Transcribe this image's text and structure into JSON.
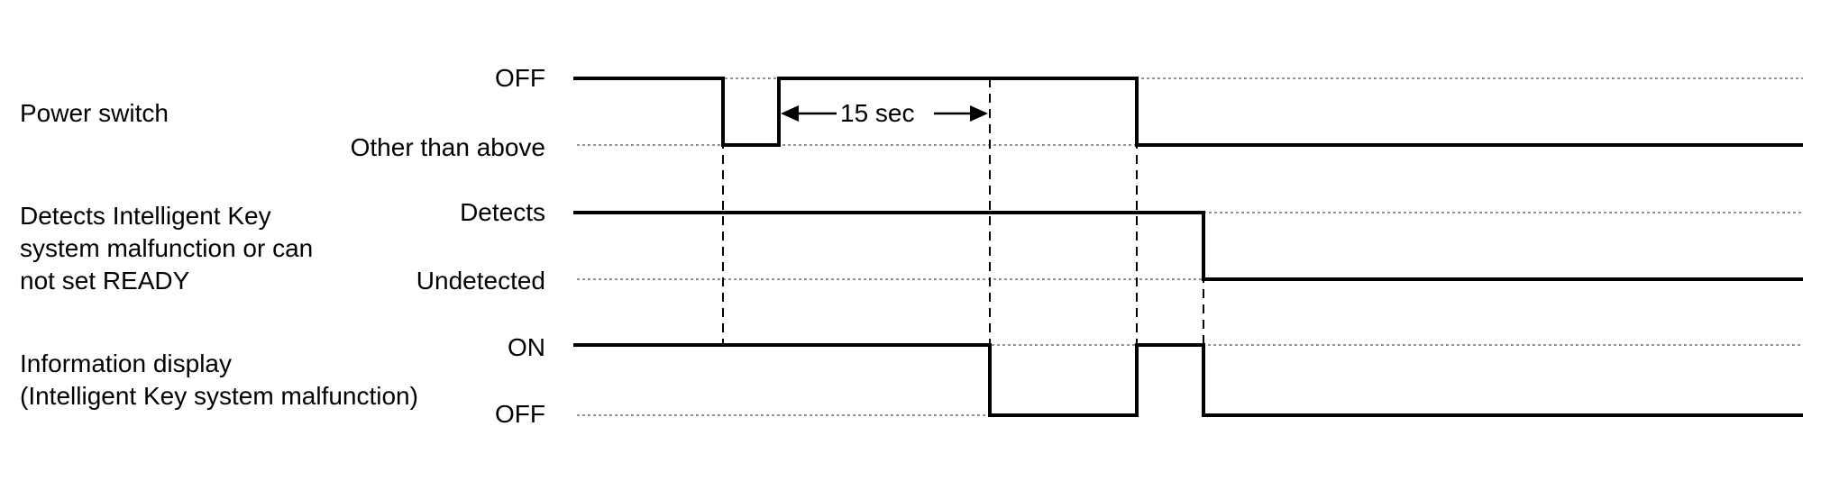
{
  "signals": [
    {
      "name": "Power switch",
      "states": {
        "high": "OFF",
        "low": "Other than above"
      }
    },
    {
      "name": "Detects Intelligent Key\nsystem malfunction or can\nnot set READY",
      "states": {
        "high": "Detects",
        "low": "Undetected"
      }
    },
    {
      "name": "Information display\n(Intelligent Key system malfunction)",
      "states": {
        "high": "ON",
        "low": "OFF"
      }
    }
  ],
  "annotation": {
    "duration_label": "15 sec"
  }
}
